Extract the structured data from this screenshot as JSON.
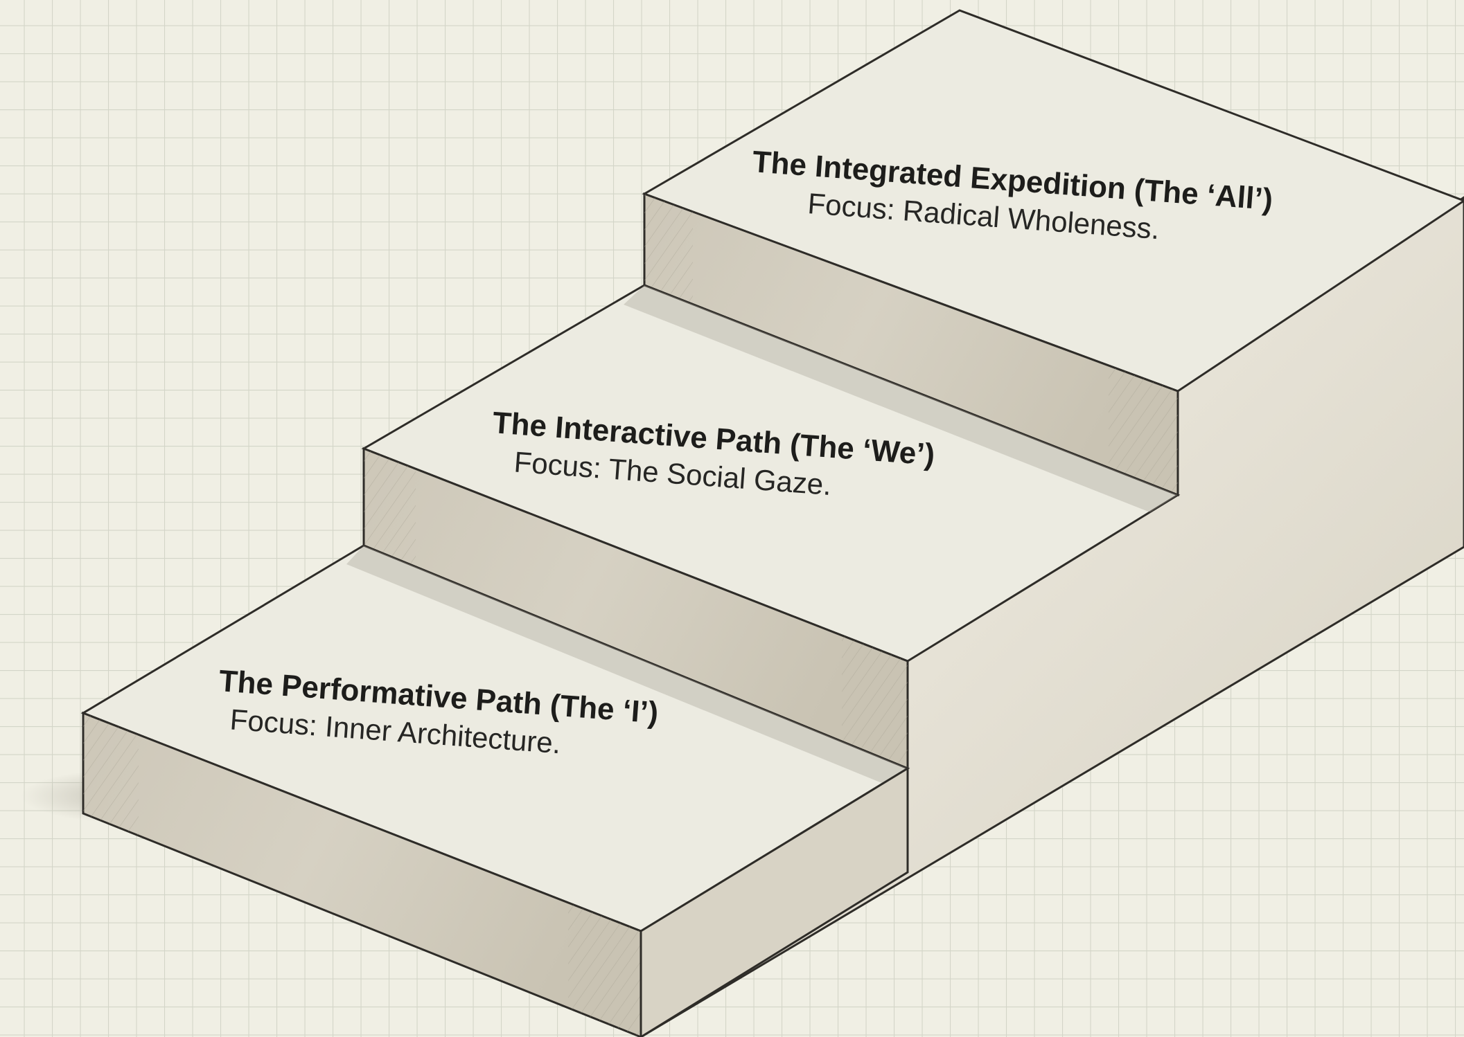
{
  "steps": [
    {
      "title": "The Performative Path (The ‘I’)",
      "focus": "Focus: Inner Architecture."
    },
    {
      "title": "The Interactive Path (The ‘We’)",
      "focus": "Focus: The Social Gaze."
    },
    {
      "title": "The Integrated Expedition (The ‘All’)",
      "focus": "Focus: Radical Wholeness."
    }
  ],
  "colors": {
    "paper": "#f0efe4",
    "grid": "#d3d5c8",
    "step_top": "#ecebe1",
    "step_front": "#d0cbbc",
    "step_side": "#ddd9cb",
    "outline": "#2e2c28"
  }
}
